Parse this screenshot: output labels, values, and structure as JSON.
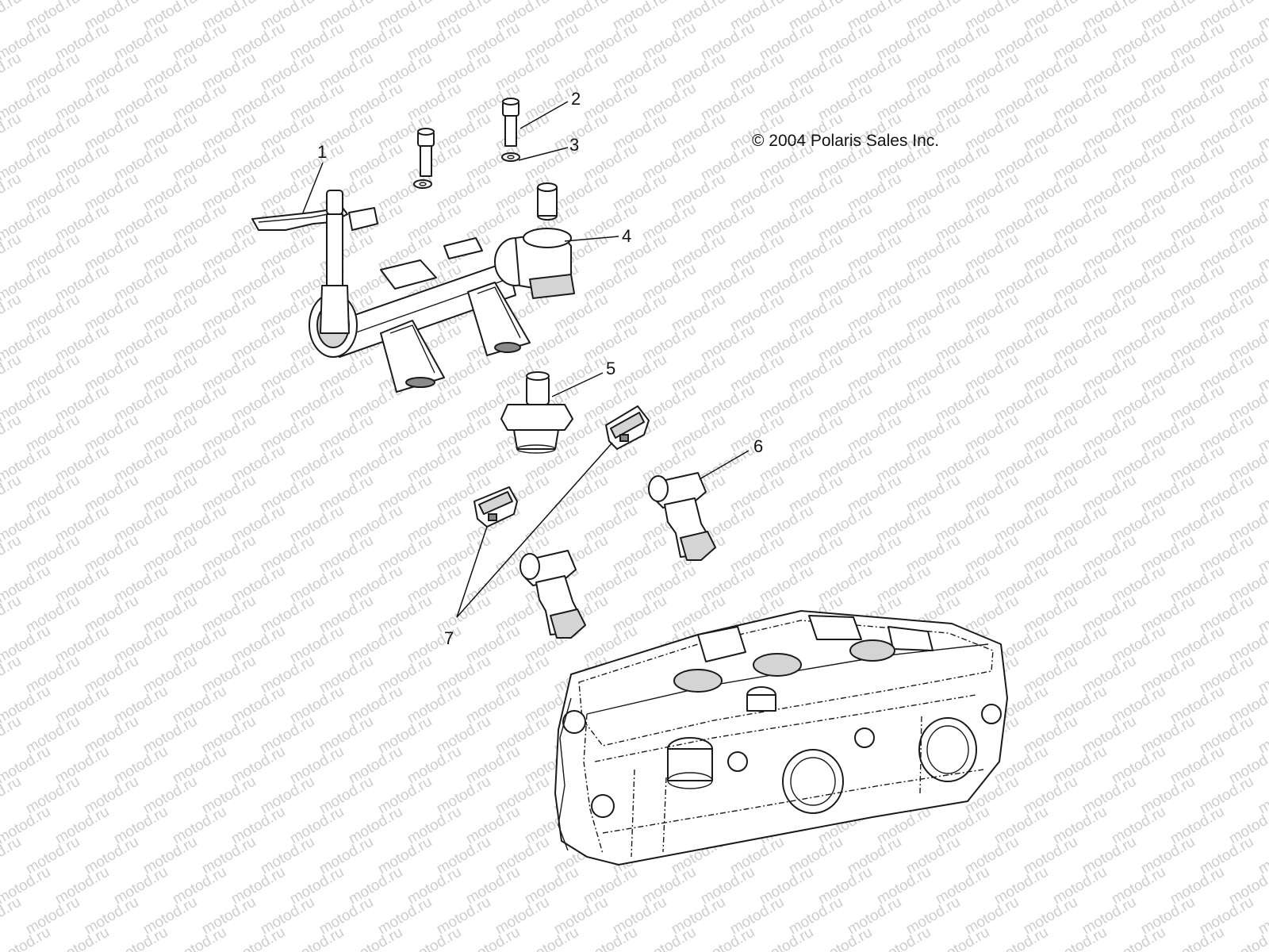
{
  "copyright": "© 2004 Polaris Sales Inc.",
  "watermark": "motod.ru",
  "callouts": [
    "1",
    "2",
    "3",
    "4",
    "5",
    "6",
    "7"
  ],
  "colors": {
    "line": "#1a1a1a",
    "watermark": "#cdcdcd",
    "shade": "#d4d4d4"
  }
}
